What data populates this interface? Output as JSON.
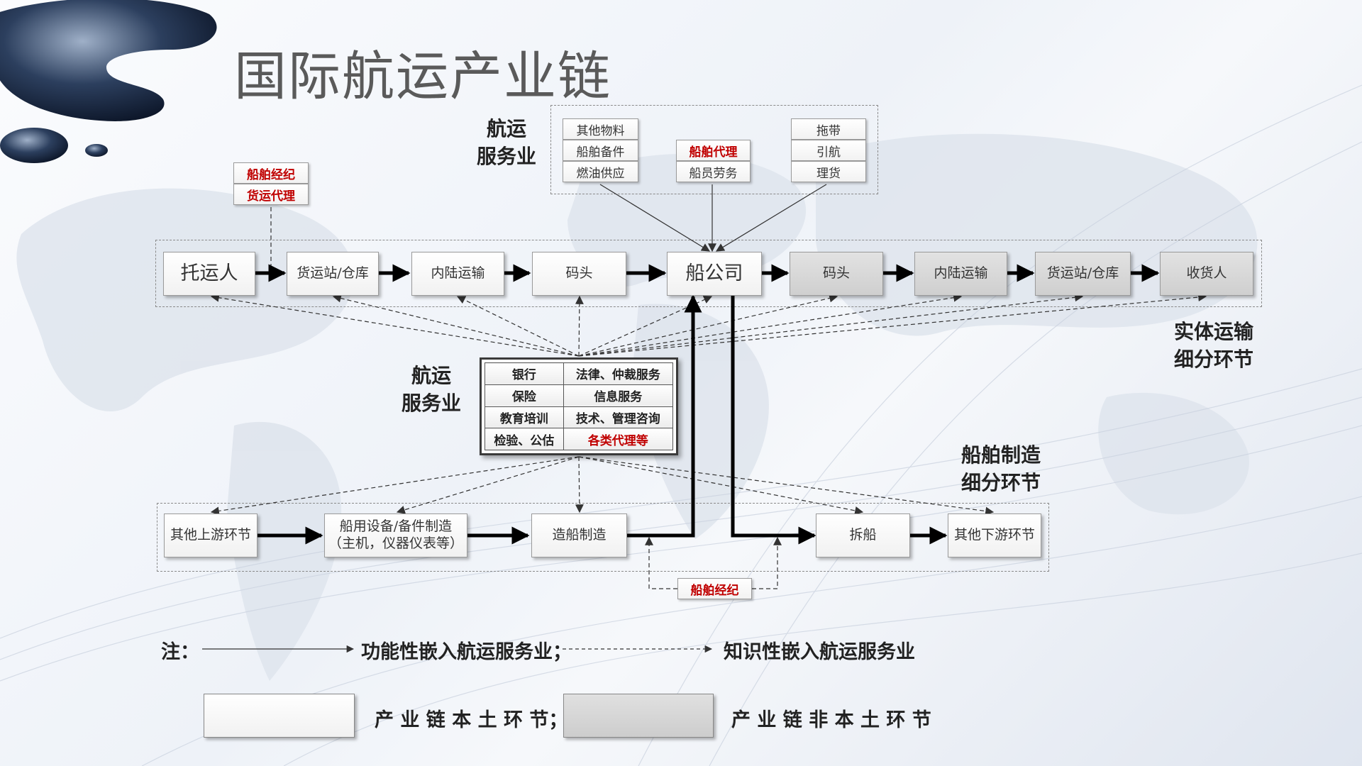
{
  "title": "国际航运产业链",
  "labels": {
    "service_top": "航运\n服务业",
    "service_mid": "航运\n服务业",
    "physical_chain": "实体运输\n细分环节",
    "shipbuild_chain": "船舶制造\n细分环节"
  },
  "top_services": {
    "left": [
      "其他物料",
      "船舶备件",
      "燃油供应"
    ],
    "middle": [
      "船舶代理",
      "船员劳务"
    ],
    "right": [
      "拖带",
      "引航",
      "理货"
    ]
  },
  "upper_tags": [
    "船舶经纪",
    "货运代理"
  ],
  "physical_nodes": [
    "托运人",
    "货运站/仓库",
    "内陆运输",
    "码头",
    "船公司",
    "码头",
    "内陆运输",
    "货运站/仓库",
    "收货人"
  ],
  "service_table": [
    [
      "银行",
      "法律、仲裁服务"
    ],
    [
      "保险",
      "信息服务"
    ],
    [
      "教育培训",
      "技术、管理咨询"
    ],
    [
      "检验、公估",
      "各类代理等"
    ]
  ],
  "shipbuilding_nodes": [
    "其他上游环节",
    "船用设备/备件制造\n（主机，仪器仪表等）",
    "造船制造",
    "拆船",
    "其他下游环节"
  ],
  "lower_tag": "船舶经纪",
  "legend": {
    "note_prefix": "注：",
    "solid_text": "功能性嵌入航运服务业；",
    "dashed_text": "知识性嵌入航运服务业",
    "local_text": "产 业 链 本 土 环 节；",
    "nonlocal_text": "产 业 链 非 本 土 环 节"
  },
  "colors": {
    "highlight_red": "#c00000",
    "nonlocal_fill": "#d6d6d6"
  }
}
